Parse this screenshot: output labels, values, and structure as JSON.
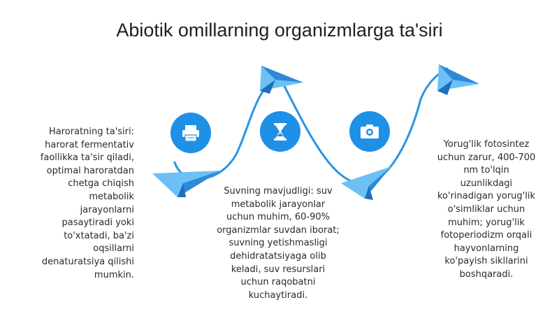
{
  "title": "Abiotik omillarning organizmlarga ta'siri",
  "colors": {
    "accent": "#1E90E6",
    "curve": "#2A94E4",
    "plane_light": "#6CC0F5",
    "plane_dark": "#2E88D8",
    "text": "#2a2a2a"
  },
  "icons": [
    "printer-icon",
    "hourglass-icon",
    "camera-icon"
  ],
  "blocks": [
    {
      "text": "Haroratning ta'siri:\nharorat fermentativ\nfaollikka ta'sir qiladi,\noptimal haroratdan\nchetga chiqish\nmetabolik\njarayonlarni\npasaytiradi yoki\nto'xtatadi, ba'zi\noqsillarni\ndenaturatsiya qilishi\nmumkin."
    },
    {
      "text": "Suvning mavjudligi: suv\nmetabolik jarayonlar\nuchun muhim, 60-90%\norganizmlar suvdan iborat;\nsuvning yetishmasligi\ndehidratatsiyaga olib\nkeladi, suv resurslari\nuchun raqobatni\nkuchaytiradi."
    },
    {
      "text": "Yorug'lik fotosintez\nuchun zarur, 400-700\nnm to'lqin\nuzunlikdagi\nko'rinadigan yorug'lik\no'simliklar uchun\nmuhim; yorug'lik\nfotoperiodizm orqali\nhayvonlarning\nko'payish sikllarini\nboshqaradi."
    }
  ]
}
